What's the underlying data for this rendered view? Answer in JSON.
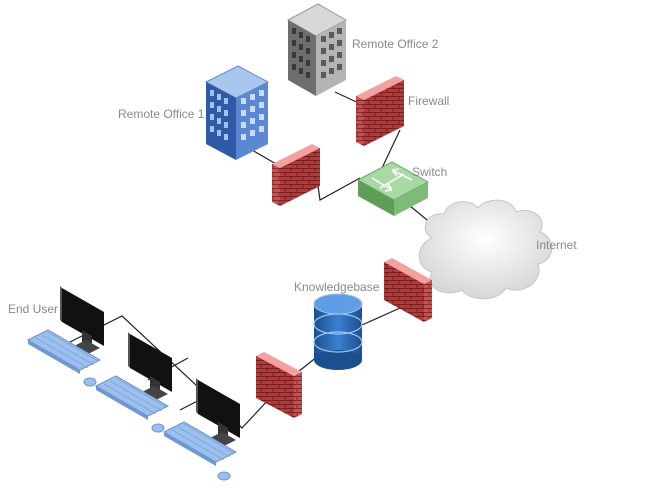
{
  "labels": {
    "remote_office_2": "Remote Office 2",
    "remote_office_1": "Remote Office 1",
    "firewall": "Firewall",
    "switch": "Switch",
    "internet": "Internet",
    "knowledgebase": "Knowledgebase",
    "end_user": "End User"
  },
  "colors": {
    "link": "#222222",
    "label": "#8a8a8a",
    "firewall_brick": "#b23a3a",
    "firewall_top": "#f08a8a",
    "switch_fill": "#8fc58a",
    "office1_fill": "#4e78c4",
    "office2_fill": "#9a9a9a",
    "database_fill": "#2e6cb8",
    "cloud_fill": "#e8e8e8",
    "monitor_fill": "#111111",
    "keyboard_fill": "#9cc0ee"
  },
  "nodes": [
    {
      "name": "remote-office-2-building",
      "kind": "building",
      "icon": "building-icon"
    },
    {
      "name": "remote-office-1-building",
      "kind": "building",
      "icon": "building-icon"
    },
    {
      "name": "firewall-remote-office-2",
      "kind": "firewall",
      "icon": "firewall-icon"
    },
    {
      "name": "firewall-remote-office-1",
      "kind": "firewall",
      "icon": "firewall-icon"
    },
    {
      "name": "switch",
      "kind": "switch",
      "icon": "switch-icon"
    },
    {
      "name": "internet-cloud",
      "kind": "cloud",
      "icon": "cloud-icon"
    },
    {
      "name": "firewall-internet",
      "kind": "firewall",
      "icon": "firewall-icon"
    },
    {
      "name": "knowledgebase-database",
      "kind": "database",
      "icon": "database-icon"
    },
    {
      "name": "firewall-lan",
      "kind": "firewall",
      "icon": "firewall-icon"
    },
    {
      "name": "end-user-workstation-1",
      "kind": "workstation",
      "icon": "computer-icon"
    },
    {
      "name": "end-user-workstation-2",
      "kind": "workstation",
      "icon": "computer-icon"
    },
    {
      "name": "end-user-workstation-3",
      "kind": "workstation",
      "icon": "computer-icon"
    }
  ],
  "links": [
    [
      "remote-office-2-building",
      "firewall-remote-office-2"
    ],
    [
      "firewall-remote-office-2",
      "switch"
    ],
    [
      "remote-office-1-building",
      "firewall-remote-office-1"
    ],
    [
      "firewall-remote-office-1",
      "switch"
    ],
    [
      "switch",
      "internet-cloud"
    ],
    [
      "internet-cloud",
      "firewall-internet"
    ],
    [
      "firewall-internet",
      "knowledgebase-database"
    ],
    [
      "knowledgebase-database",
      "firewall-lan"
    ],
    [
      "firewall-lan",
      "end-user-workstation-1"
    ],
    [
      "firewall-lan",
      "end-user-workstation-2"
    ],
    [
      "firewall-lan",
      "end-user-workstation-3"
    ]
  ]
}
